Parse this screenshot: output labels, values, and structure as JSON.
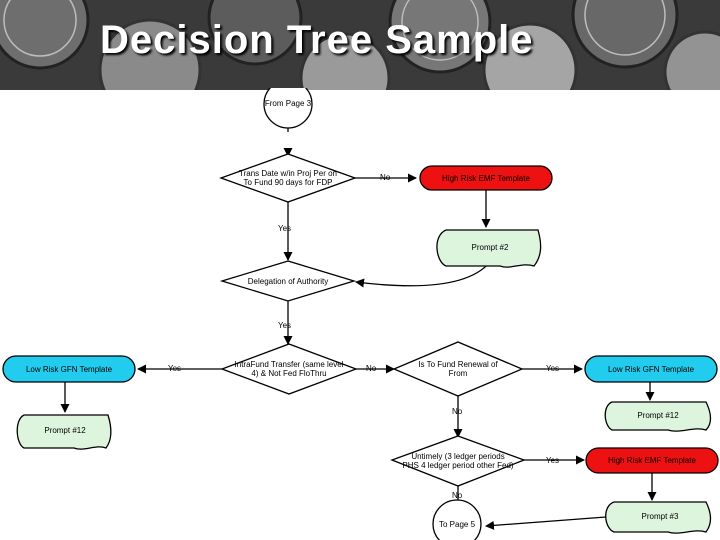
{
  "slide": {
    "title": "Decision Tree Sample"
  },
  "colors": {
    "high_risk_fill": "#ee1111",
    "low_risk_fill": "#22ccee",
    "prompt_fill": "#ddf5dd",
    "stroke": "#000000",
    "banner_dark": "#3a3a3a"
  },
  "flowchart": {
    "start_connector": "From Page 3",
    "decisions": {
      "trans_date": "Trans Date w/in Proj Per on To Fund 90 days for FDP",
      "delegation": "Delegation of Authority",
      "intrafund": "IntraFund Transfer (same level 4) & Not Fed FloThru",
      "renewal": "Is To Fund Renewal of From",
      "untimely": "Untimely (3 ledger periods PHS 4 ledger period other Fed)"
    },
    "templates": {
      "high_risk_1": "High Risk EMF Template",
      "high_risk_2": "High Risk EMF Template",
      "low_risk_left": "Low Risk GFN Template",
      "low_risk_right": "Low Risk GFN Template"
    },
    "prompts": {
      "prompt_2": "Prompt #2",
      "prompt_12_left": "Prompt #12",
      "prompt_12_right": "Prompt #12",
      "prompt_3": "Prompt #3"
    },
    "end_connector": "To Page 5",
    "edge_labels": {
      "trans_no": "No",
      "trans_yes": "Yes",
      "delegation_yes": "Yes",
      "intrafund_yes": "Yes",
      "intrafund_no": "No",
      "renewal_yes": "Yes",
      "renewal_no": "No",
      "untimely_yes": "Yes",
      "untimely_no": "No"
    }
  }
}
